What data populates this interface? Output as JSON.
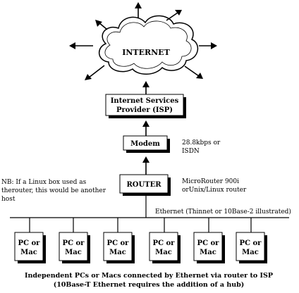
{
  "internet_label": "INTERNET",
  "isp": {
    "line1": "Internet Services",
    "line2": "Provider (ISP)"
  },
  "modem_label": "Modem",
  "modem_note": {
    "line1": "28.8kbps or",
    "line2": "ISDN"
  },
  "router_label": "ROUTER",
  "router_note": {
    "line1": "MicroRouter 900i",
    "line2": "orUnix/Linux router"
  },
  "nb_note": {
    "line1": "NB: If a Linux box used as",
    "line2": "therouter, this would be another",
    "line3": "host"
  },
  "ethernet_label": "Ethernet (Thinnet or 10Base-2 illustrated)",
  "pcs": [
    {
      "line1": "PC or",
      "line2": "Mac"
    },
    {
      "line1": "PC or",
      "line2": "Mac"
    },
    {
      "line1": "PC or",
      "line2": "Mac"
    },
    {
      "line1": "PC or",
      "line2": "Mac"
    },
    {
      "line1": "PC or",
      "line2": "Mac"
    },
    {
      "line1": "PC or",
      "line2": "Mac"
    }
  ],
  "caption": {
    "line1": "Independent PCs or Macs connected by Ethernet via router to ISP",
    "line2": "(10Base-T Ethernet requires the addition of a hub)"
  }
}
